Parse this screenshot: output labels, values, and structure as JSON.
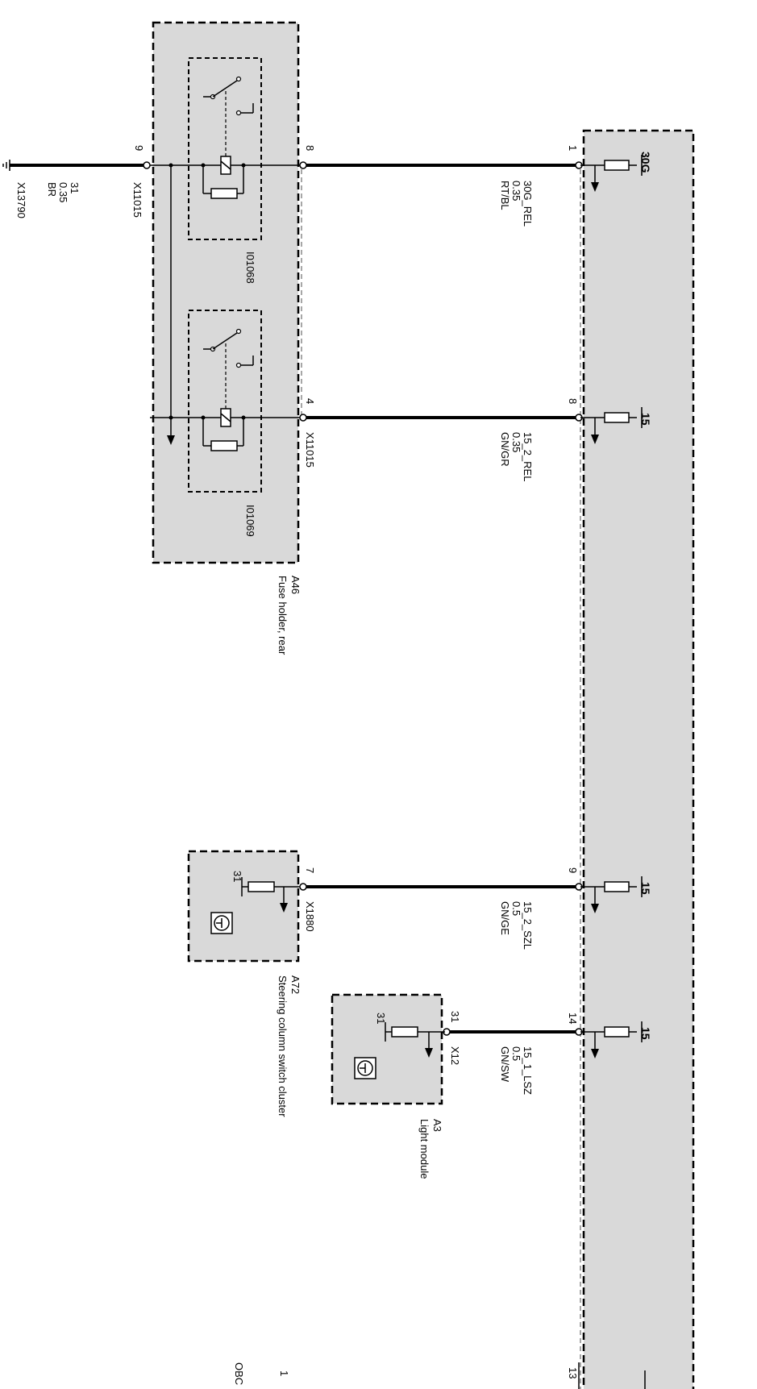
{
  "wires": {
    "ground": {
      "connector": "X13790",
      "terminal": "31",
      "gauge": "0.35",
      "color": "BR"
    },
    "w1": {
      "name": "30G_REL",
      "gauge": "0.35",
      "color": "RT/BL",
      "pin_left": "8",
      "pin_right": "1",
      "supply": "30G"
    },
    "w2": {
      "name": "15_2_REL",
      "gauge": "0.35",
      "color": "GN/GR",
      "pin_left": "4",
      "pin_right": "8",
      "supply": "15"
    },
    "w3": {
      "name": "15_2_SZL",
      "gauge": "0.5",
      "color": "GN/GE",
      "pin_left": "7",
      "pin_right": "9",
      "supply": "15"
    },
    "w4": {
      "name": "15_1_LSZ",
      "gauge": "0.5",
      "color": "GN/SW",
      "pin_left": "31",
      "pin_right": "14",
      "supply": "15"
    }
  },
  "components": {
    "a46": {
      "id": "A46",
      "name": "Fuse holder, rear",
      "connector_top": "X11015",
      "connector_bottom": "X11015",
      "pin_ground": "9",
      "relay1": "I01068",
      "relay2": "I01069"
    },
    "a72": {
      "id": "A72",
      "name": "Steering column switch cluster",
      "connector": "X1880",
      "ground_terminal": "31"
    },
    "a3": {
      "id": "A3",
      "name": "Light module",
      "connector": "X12",
      "ground_terminal": "31"
    }
  },
  "bottom": {
    "pin_right": "13",
    "pin_left": "1",
    "cut_label": "OBC"
  },
  "colors": {
    "component_fill": "#d9d9d9",
    "line": "#000000"
  }
}
